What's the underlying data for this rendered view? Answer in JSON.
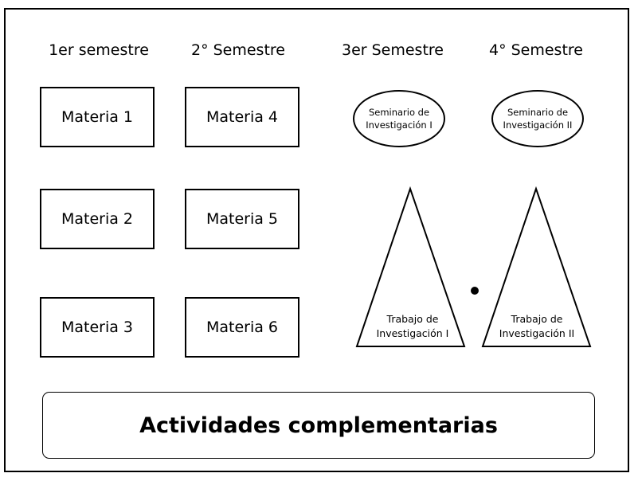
{
  "semesters": [
    {
      "label": "1er semestre"
    },
    {
      "label": "2° Semestre"
    },
    {
      "label": "3er Semestre"
    },
    {
      "label": "4° Semestre"
    }
  ],
  "materias": [
    "Materia 1",
    "Materia 2",
    "Materia 3",
    "Materia 4",
    "Materia 5",
    "Materia 6"
  ],
  "seminarios": [
    {
      "line1": "Seminario de",
      "line2": "Investigación I"
    },
    {
      "line1": "Seminario de",
      "line2": "Investigación II"
    }
  ],
  "trabajos": [
    {
      "line1": "Trabajo de",
      "line2": "Investigación I"
    },
    {
      "line1": "Trabajo de",
      "line2": "Investigación II"
    }
  ],
  "actividades": "Actividades complementarias"
}
